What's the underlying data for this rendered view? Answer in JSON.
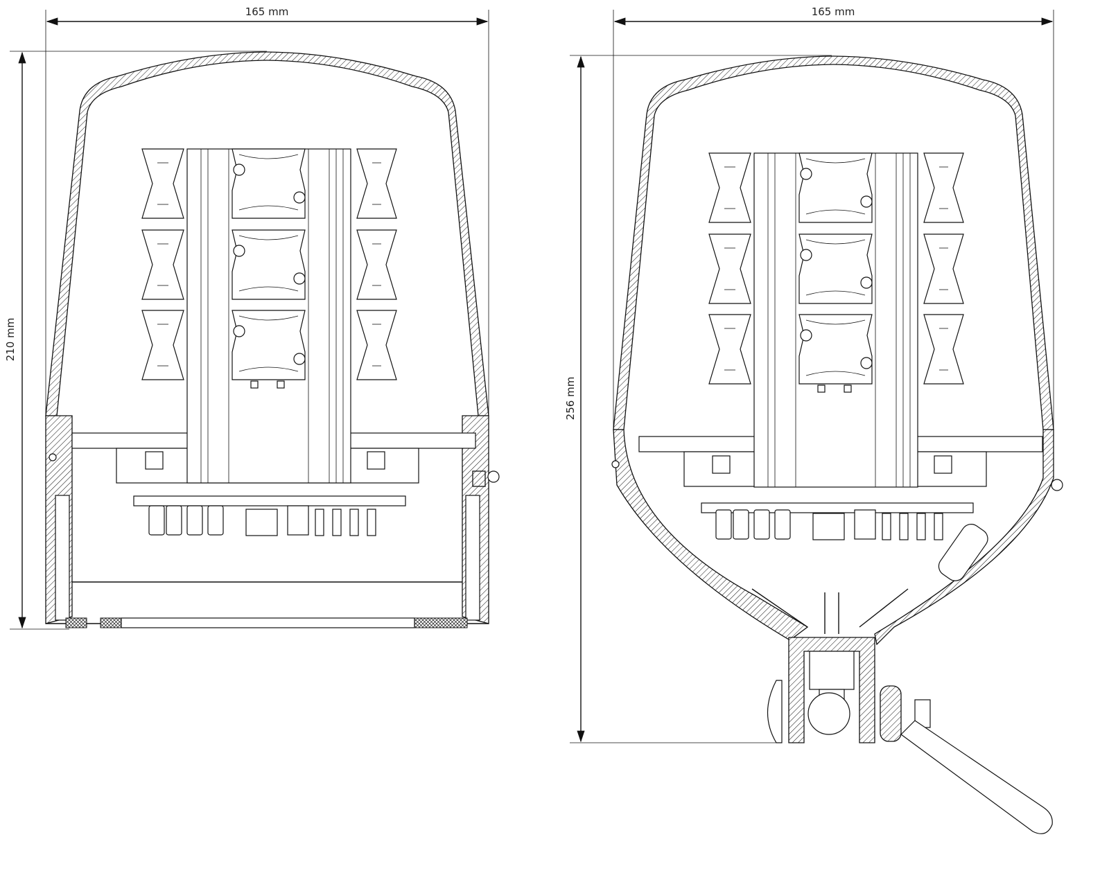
{
  "drawing": {
    "left_view": {
      "width_label": "165 mm",
      "height_label": "210 mm"
    },
    "right_view": {
      "width_label": "165 mm",
      "height_label": "256 mm"
    },
    "colors": {
      "line": "#111111",
      "background": "#ffffff"
    }
  }
}
